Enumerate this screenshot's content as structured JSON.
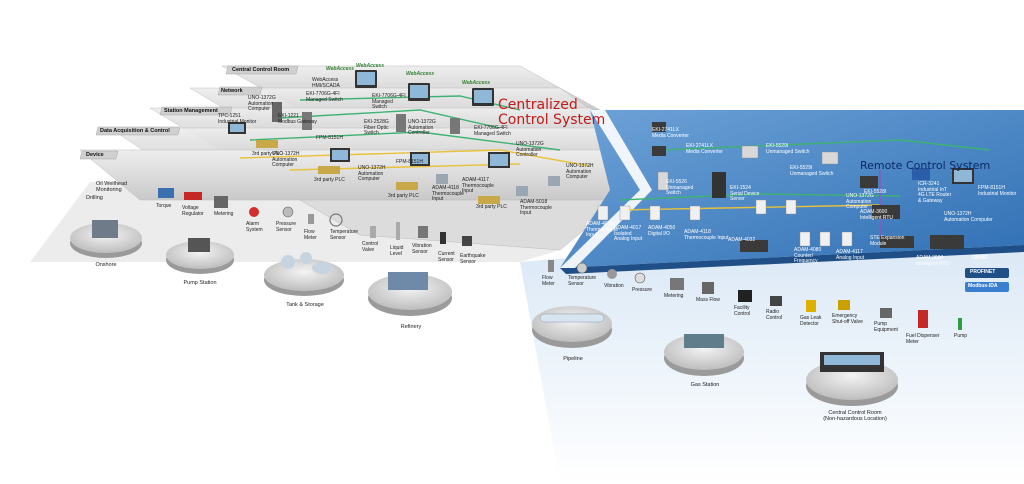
{
  "colors": {
    "platform_grey": "#d9d9d9",
    "remote_blue": "#4f86c2",
    "title_red": "#c21a1a",
    "title_navy": "#0a2a66",
    "network_green": "#3cb371",
    "network_yellow": "#e8c23a"
  },
  "titles": {
    "centralized": "Centralized\nControl System",
    "remote": "Remote Control System"
  },
  "layers": [
    "Central Control Room",
    "Network",
    "Station Management",
    "Data Acquisition & Control",
    "Device"
  ],
  "logo": "WebAccess",
  "central_labels": {
    "webaccess_hmi": "WebAccess\nHMI/SCADA",
    "eki_7706": "EKI-7706G-4FI\nManaged Switch",
    "eki_7706b": "EKI-7706G-4FI\nManaged\nSwitch",
    "uno_1372g": "UNO-1372G\nAutomation\nComputer",
    "tpc_1551": "TPC-1251\nIndustrial Monitor",
    "eki_1221": "EKI-1221\nModbus Gateway",
    "eki_2528": "EKI-2528G\nFiber Optic\nSwitch",
    "uno_1372g_b": "UNO-1372G\nAutomation\nController",
    "eki_7706c": "EKI-7706G-4FI\nManaged Switch",
    "uno_1372g_c": "UNO-1372G\nAutomation\nController",
    "fpm_8151": "FPM-8151H",
    "uno_1372h": "UNO-1372H\nAutomation\nComputer",
    "fpm_8151b": "FPM-8151H",
    "uno_1372h_b": "UNO-1372H\nAutomation\nComputer",
    "adam_4118": "ADAM-4118\nThermocouple\nInput",
    "adam_4117": "ADAM-4117\nThermocouple\nInput",
    "adam_5018": "ADAM-5018\nThermocouple\nInput",
    "plc1": "3rd party PLC",
    "plc2": "3rd party PLC",
    "plc3": "3rd party PLC",
    "plc4": "3rd party PLC",
    "uno_1372h_c": "UNO-1372H\nAutomation\nComputer"
  },
  "remote_labels": {
    "eki_2741": "EKI-2741LX\nMedia Converter",
    "eki_2741b": "EKI-2741LX\nMedia Converter",
    "eki_5529": "EKI-5529I\nUnmanaged Switch",
    "eki_5529b": "EKI-5529I\nUnmanaged Switch",
    "eki_5528": "EKI-5528I",
    "eki_5526": "EKI-5526\nUnmanaged\nSwitch",
    "eki_1524": "EKI-1524\nSerial Device\nServer",
    "icr_3241": "ICR-3241\nIndustrial IoT\n4G LTE Router\n& Gateway",
    "fpm_8151h": "FPM-8151H\nIndustrial Monitor",
    "uno_1372g_r": "UNO-1372G\nAutomation\nComputer",
    "uno_1372h_r": "UNO-1372H\nAutomation Computer",
    "adam_4018": "ADAM-4018\nThermocouple\nInput",
    "adam_4017": "ADAM-4017\nIsolated\nAnalog Input",
    "adam_4050": "ADAM-4050\nDigital I/O",
    "adam_4118r": "ADAM-4118\nThermocouple Input",
    "adam_4032": "ADAM-4032",
    "adam_4080": "ADAM-4080\nCounter/\nFrequency",
    "adam_4117r": "ADAM-4117\nAnalog Input",
    "ste_module": "STE Expansion\nModule",
    "adam_3600": "ADAM-3600\nIntelligent RTU",
    "adam_3600b": "ADAM-3600\nIntelligent RTU",
    "profinet": "PROFINET",
    "modbus": "Modbus-IDA",
    "onvif": "ONVIF"
  },
  "devices_top": [
    "Oil Wellhead\nMonitoring",
    "Drilling",
    "Torque",
    "Voltage\nRegulator",
    "Metering",
    "Alarm\nSystem",
    "Pressure\nSensor",
    "Flow\nMeter",
    "Temperature\nSensor",
    "Control\nValve",
    "Liquid\nLevel",
    "Vibration\nSensor",
    "Current\nSensor",
    "Earthquake\nSensor"
  ],
  "devices_bottom": [
    "Flow\nMeter",
    "Temperature\nSensor",
    "Vibration",
    "Pressure",
    "Metering",
    "Mass Flow",
    "Facility\nControl",
    "Radio\nControl",
    "Gas Leak\nDetector",
    "Emergency\nShut-off Valve",
    "Pump\nEquipment",
    "Fuel Dispenser\nMeter",
    "Pump"
  ],
  "sites": [
    "Onshore",
    "Pump Station",
    "Tank & Storage",
    "Refinery",
    "Pipeline",
    "Gas Station",
    "Central Control Room\n(Non-hazardous Location)"
  ]
}
